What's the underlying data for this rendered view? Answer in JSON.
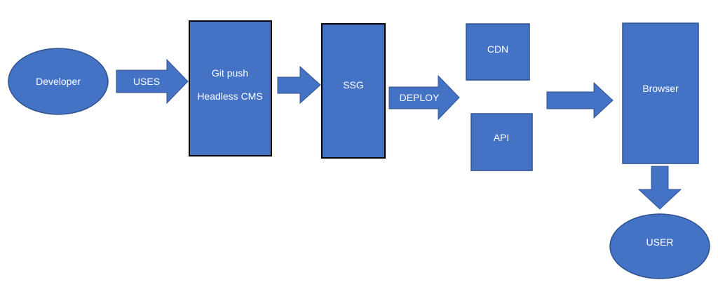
{
  "colors": {
    "fill": "#4472C4",
    "stroke": "#2F528F",
    "text": "#ffffff",
    "background": "#ffffff"
  },
  "nodes": {
    "developer": {
      "shape": "ellipse",
      "label": "Developer"
    },
    "git_cms": {
      "shape": "rect",
      "lines": [
        "Git push",
        "Headless CMS"
      ]
    },
    "ssg": {
      "shape": "rect",
      "label": "SSG"
    },
    "cdn": {
      "shape": "rect",
      "label": "CDN"
    },
    "api": {
      "shape": "rect",
      "label": "API"
    },
    "browser": {
      "shape": "rect",
      "label": "Browser"
    },
    "user": {
      "shape": "ellipse",
      "label": "USER"
    }
  },
  "arrows": {
    "uses": {
      "label": "USES",
      "from": "developer",
      "to": "git_cms"
    },
    "push": {
      "label": "",
      "from": "git_cms",
      "to": "ssg"
    },
    "deploy": {
      "label": "DEPLOY",
      "from": "ssg",
      "to": [
        "cdn",
        "api"
      ]
    },
    "serve": {
      "label": "",
      "from": [
        "cdn",
        "api"
      ],
      "to": "browser"
    },
    "view": {
      "label": "",
      "from": "browser",
      "to": "user"
    }
  }
}
